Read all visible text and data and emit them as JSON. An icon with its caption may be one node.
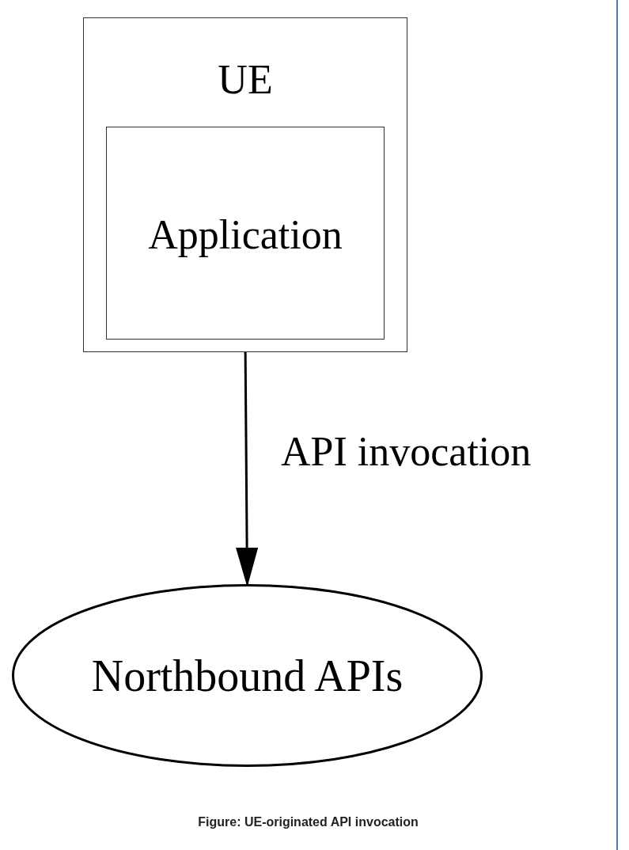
{
  "diagram": {
    "caption": "Figure: UE-originated API invocation",
    "nodes": [
      {
        "text": [
          "UE"
        ]
      },
      {
        "text": [
          "Application"
        ],
        "in": 0
      },
      {
        "text": [
          "Northbound APIs"
        ]
      }
    ],
    "edges": [
      {
        "from": 1,
        "to": 2,
        "arrow": "to",
        "label": "API invocation"
      }
    ]
  }
}
